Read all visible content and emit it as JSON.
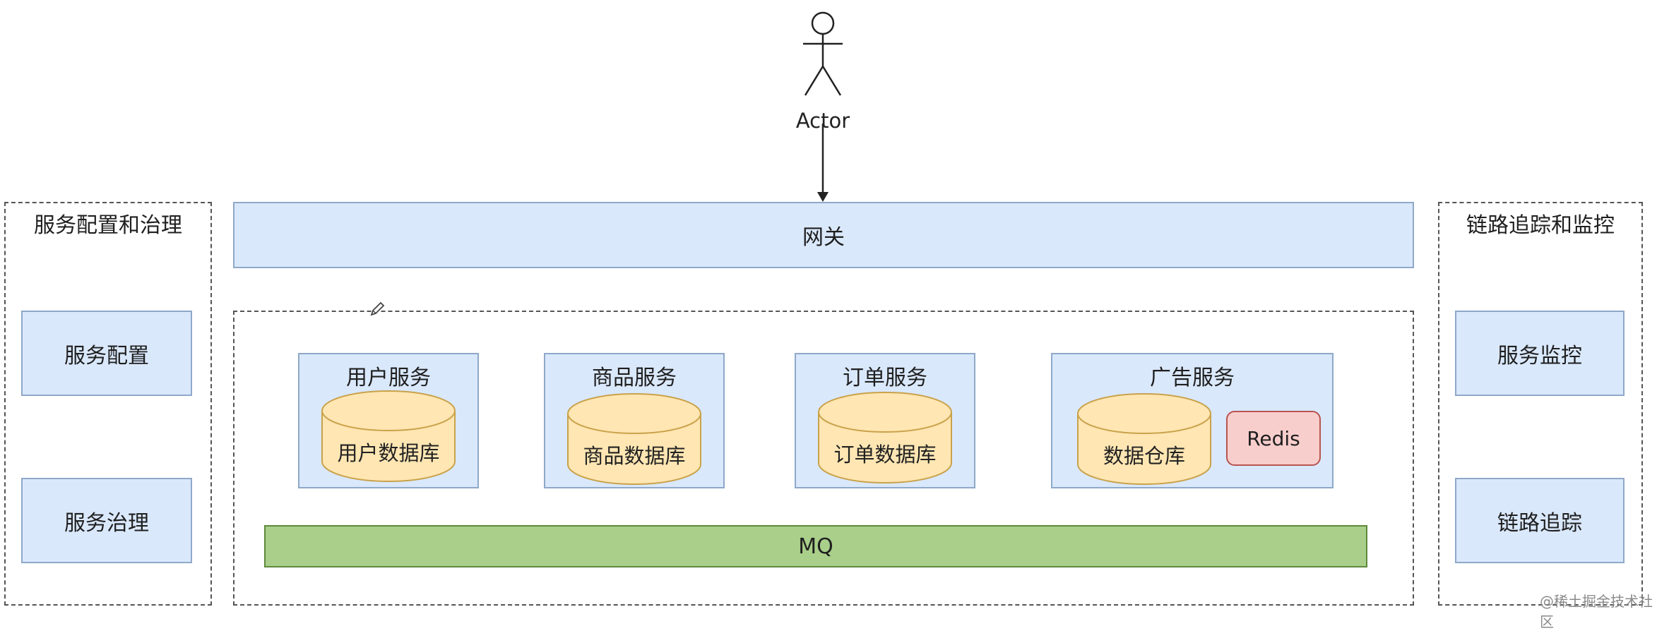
{
  "actor": {
    "label": "Actor"
  },
  "gateway": {
    "label": "网关"
  },
  "left_panel": {
    "title": "服务配置和治理",
    "items": [
      "服务配置",
      "服务治理"
    ]
  },
  "right_panel": {
    "title": "链路追踪和监控",
    "items": [
      "服务监控",
      "链路追踪"
    ]
  },
  "services": [
    {
      "title": "用户服务",
      "db": "用户数据库"
    },
    {
      "title": "商品服务",
      "db": "商品数据库"
    },
    {
      "title": "订单服务",
      "db": "订单数据库"
    },
    {
      "title": "广告服务",
      "db": "数据仓库",
      "cache": "Redis"
    }
  ],
  "mq": {
    "label": "MQ"
  },
  "watermark": {
    "text": "@稀土掘金技术社区"
  }
}
